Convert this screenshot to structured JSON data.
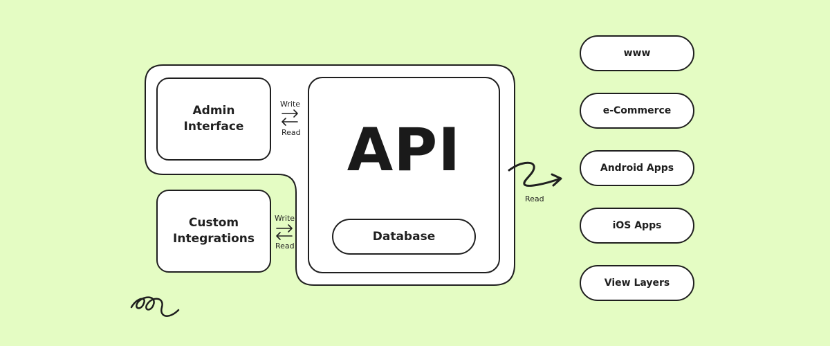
{
  "diagram": {
    "api_label": "API",
    "database_label": "Database",
    "admin_label": "Admin\nInterface",
    "custom_label": "Custom\nIntegrations",
    "admin_write": "Write",
    "admin_read": "Read",
    "custom_write": "Write",
    "custom_read": "Read",
    "output_read": "Read",
    "outputs": [
      "www",
      "e-Commerce",
      "Android Apps",
      "iOS Apps",
      "View Layers"
    ]
  },
  "colors": {
    "background": "#e4fcc3",
    "box_fill": "#ffffff",
    "stroke": "#1f1f1f"
  }
}
